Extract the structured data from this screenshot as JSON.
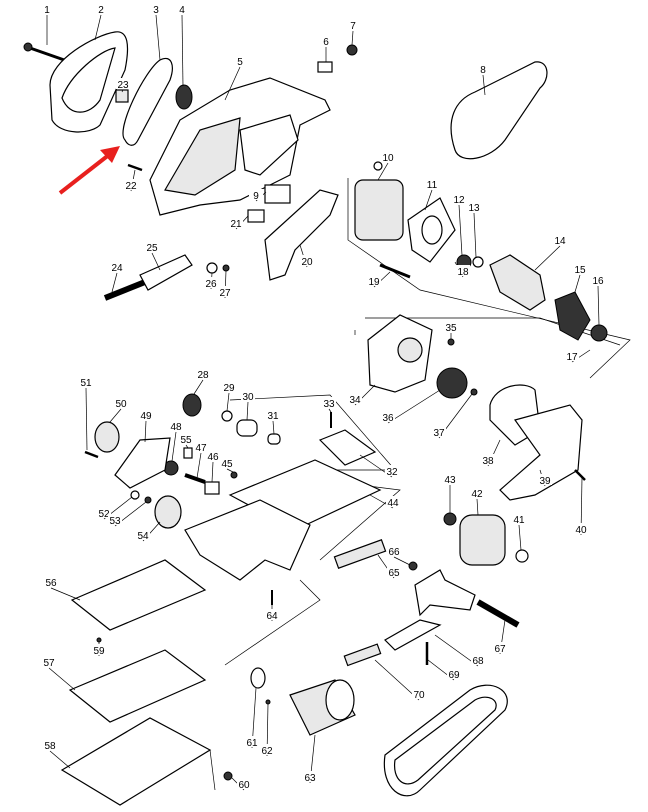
{
  "diagram": {
    "title": "Belt sander exploded parts diagram",
    "part_numbers": [
      "1",
      "2",
      "3",
      "4",
      "5",
      "6",
      "7",
      "8",
      "9",
      "10",
      "11",
      "12",
      "13",
      "14",
      "15",
      "16",
      "17",
      "18",
      "19",
      "20",
      "21",
      "22",
      "23",
      "24",
      "25",
      "26",
      "27",
      "28",
      "29",
      "30",
      "31",
      "32",
      "33",
      "34",
      "35",
      "36",
      "37",
      "38",
      "39",
      "40",
      "41",
      "42",
      "43",
      "44",
      "45",
      "46",
      "47",
      "48",
      "49",
      "50",
      "51",
      "52",
      "53",
      "54",
      "55",
      "56",
      "57",
      "58",
      "59",
      "60",
      "61",
      "62",
      "63",
      "64",
      "65",
      "66",
      "67",
      "68",
      "69",
      "70"
    ],
    "highlight_color": "#e8201e",
    "highlight_target": "3"
  }
}
